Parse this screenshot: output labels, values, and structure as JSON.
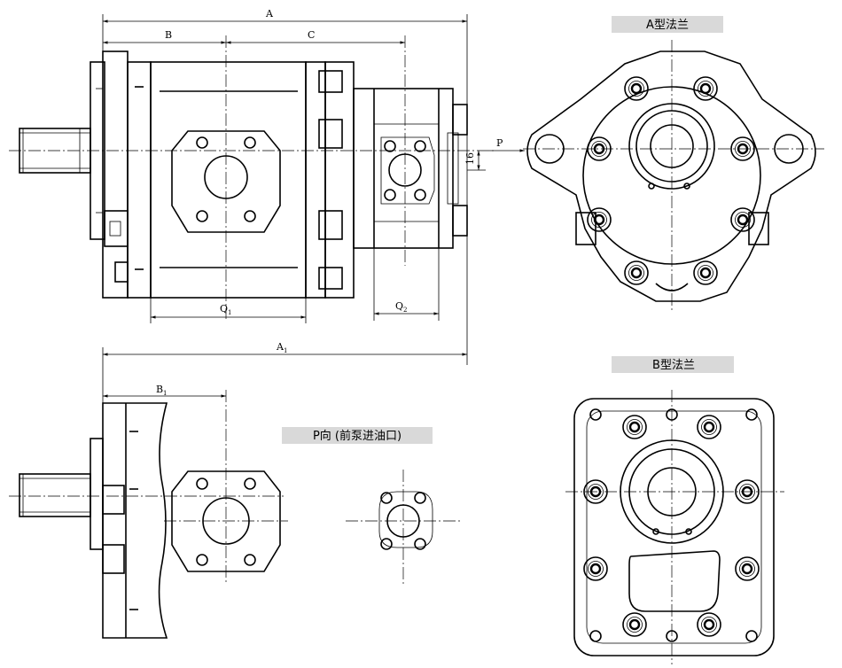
{
  "labels": {
    "flange_a": "A型法兰",
    "flange_b": "B型法兰",
    "p_view": "P向 (前泵进油口)"
  },
  "dimensions": {
    "A": "A",
    "B": "B",
    "C": "C",
    "A1": "A",
    "A1_sub": "1",
    "B1": "B",
    "B1_sub": "1",
    "Q1": "Q",
    "Q1_sub": "1",
    "Q2": "Q",
    "Q2_sub": "2",
    "P": "P",
    "d16": "16"
  }
}
